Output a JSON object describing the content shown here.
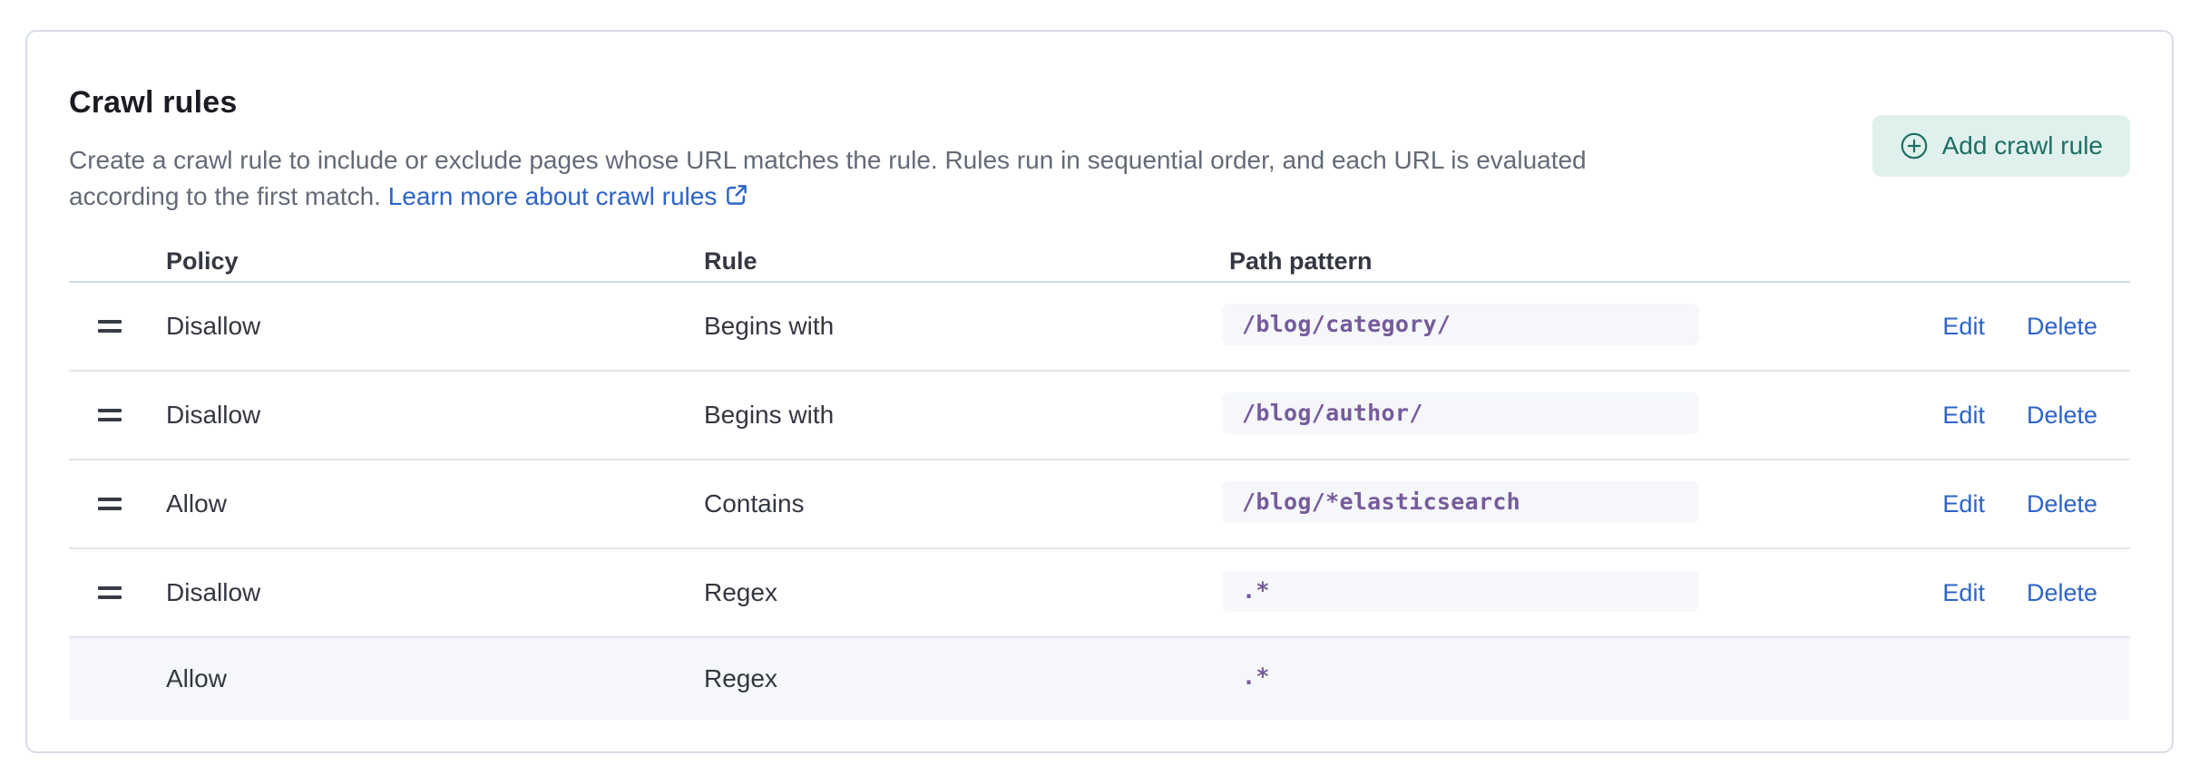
{
  "panel": {
    "title": "Crawl rules",
    "description": "Create a crawl rule to include or exclude pages whose URL matches the rule. Rules run in sequential order, and each URL is evaluated according to the first match.",
    "link_label": "Learn more about crawl rules"
  },
  "button": {
    "label": "Add crawl rule",
    "icon": "plus-in-circle-icon"
  },
  "table": {
    "headers": {
      "policy": "Policy",
      "rule": "Rule",
      "path": "Path pattern"
    },
    "actions": {
      "edit": "Edit",
      "delete": "Delete"
    },
    "rows": [
      {
        "policy": "Disallow",
        "rule": "Begins with",
        "path_pattern": "/blog/category/",
        "draggable": true,
        "has_actions": true,
        "highlighted": false
      },
      {
        "policy": "Disallow",
        "rule": "Begins with",
        "path_pattern": "/blog/author/",
        "draggable": true,
        "has_actions": true,
        "highlighted": false
      },
      {
        "policy": "Allow",
        "rule": "Contains",
        "path_pattern": "/blog/*elasticsearch",
        "draggable": true,
        "has_actions": true,
        "highlighted": false
      },
      {
        "policy": "Disallow",
        "rule": "Regex",
        "path_pattern": ".*",
        "draggable": true,
        "has_actions": true,
        "highlighted": false
      },
      {
        "policy": "Allow",
        "rule": "Regex",
        "path_pattern": ".*",
        "draggable": false,
        "has_actions": false,
        "highlighted": true
      }
    ]
  },
  "icons": {
    "external_link": "external-link-icon",
    "drag_handle": "grab-handle-icon"
  },
  "colors": {
    "link_blue": "#2D64C8",
    "button_bg": "#E0F1ED",
    "button_text": "#1D6F64",
    "code_text": "#765B9C",
    "code_bg": "#F5F7FA",
    "row_highlight_bg": "#F5F7FA",
    "panel_border": "#D6DCE7",
    "header_border": "#D3DAE6",
    "row_border": "#E2E5EC",
    "text": "#343741",
    "subdued_text": "#646A77",
    "title_text": "#1A1C21"
  }
}
